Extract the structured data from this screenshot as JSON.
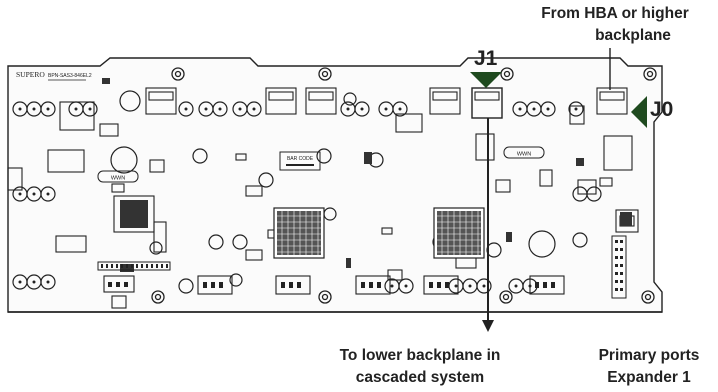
{
  "board": {
    "logo": "SUPERO",
    "model": "BPN-SAS3-846EL2",
    "silk_left": "WWN",
    "silk_right": "WWN",
    "barcode_label": "BAR CODE"
  },
  "callouts": {
    "from_hba_line1": "From HBA or higher",
    "from_hba_line2": "backplane",
    "j1": "J1",
    "j0": "J0",
    "to_lower_line1": "To lower backplane in",
    "to_lower_line2": "cascaded system",
    "primary_line1": "Primary ports",
    "primary_line2": "Expander 1"
  },
  "colors": {
    "board_outline": "#222222",
    "marker_green": "#1f4a1f",
    "text": "#222222"
  }
}
